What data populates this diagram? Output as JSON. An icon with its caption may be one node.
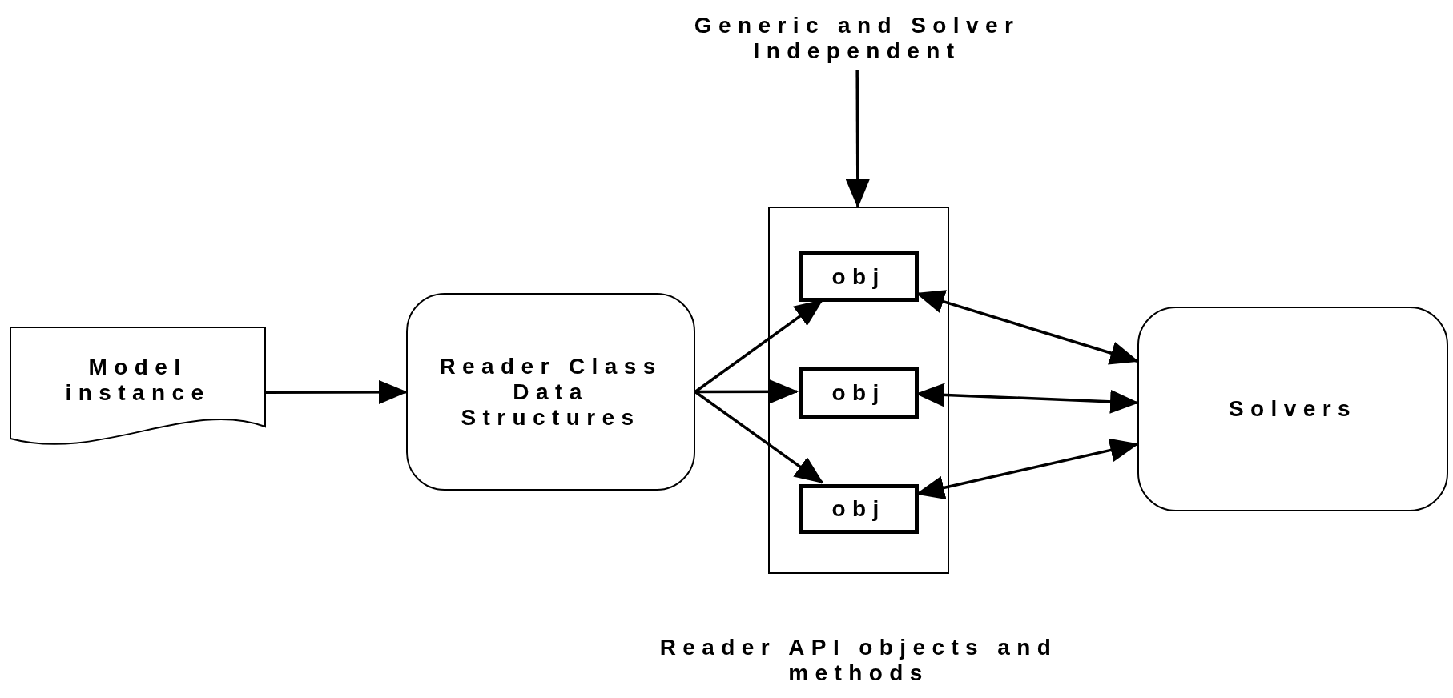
{
  "diagram": {
    "nodes": [
      {
        "text": [
          "Generic and Solver Independent"
        ]
      },
      {
        "text": [
          "Model instance"
        ]
      },
      {
        "text": [
          "Reader Class Data Structures"
        ]
      },
      {
        "text": [],
        "shape": "box",
        "beside": [
          "Reader API objects and methods"
        ]
      },
      {
        "text": [
          "obj"
        ],
        "in": 3
      },
      {
        "text": [
          "obj"
        ],
        "in": 3
      },
      {
        "text": [
          "obj"
        ],
        "in": 3
      },
      {
        "text": [
          "Solvers"
        ]
      }
    ],
    "edges": [
      {
        "from": 0,
        "to": 3,
        "arrow": "to"
      },
      {
        "from": 1,
        "to": 2,
        "arrow": "to"
      },
      {
        "from": 2,
        "to": 4,
        "arrow": "to"
      },
      {
        "from": 2,
        "to": 5,
        "arrow": "to"
      },
      {
        "from": 2,
        "to": 6,
        "arrow": "to"
      },
      {
        "from": 4,
        "to": 7,
        "arrow": "both"
      },
      {
        "from": 5,
        "to": 7,
        "arrow": "both"
      },
      {
        "from": 6,
        "to": 7,
        "arrow": "both"
      }
    ]
  }
}
